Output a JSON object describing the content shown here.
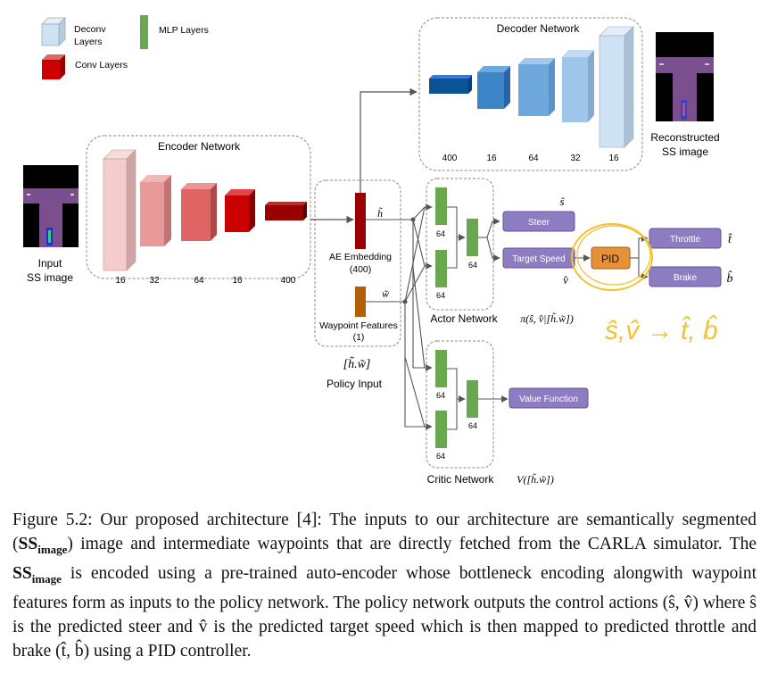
{
  "legend": {
    "deconv": "Deconv Layers",
    "conv": "Conv Layers",
    "mlp": "MLP Layers"
  },
  "encoder": {
    "title": "Encoder Network",
    "sizes": [
      "16",
      "32",
      "64",
      "16",
      "400"
    ]
  },
  "decoder": {
    "title": "Decoder Network",
    "sizes": [
      "400",
      "16",
      "64",
      "32",
      "16"
    ]
  },
  "input_image": {
    "line1": "Input",
    "line2": "SS image"
  },
  "reconstructed_image": {
    "line1": "Reconstructed",
    "line2": "SS image"
  },
  "embedding": {
    "label": "AE Embedding",
    "size": "(400)",
    "symbol": "h̃"
  },
  "waypoint": {
    "label": "Waypoint Features",
    "size": "(1)",
    "symbol": "w̃"
  },
  "policy_input": {
    "label": "Policy Input",
    "symbol": "[h̃.w̃]"
  },
  "actor": {
    "title": "Actor Network",
    "formula": "π(ŝ, v̂|[h̃.w̃])",
    "sizes": [
      "64",
      "64",
      "64"
    ],
    "steer": "Steer",
    "target_speed": "Target Speed",
    "steer_symbol": "ŝ",
    "speed_symbol": "v̂"
  },
  "critic": {
    "title": "Critic Network",
    "formula": "V([h̃.w̃])",
    "sizes": [
      "64",
      "64",
      "64"
    ],
    "value_function": "Value Function"
  },
  "pid": {
    "label": "PID",
    "throttle": "Throttle",
    "brake": "Brake",
    "throttle_symbol": "t̂",
    "brake_symbol": "b̂",
    "handwritten": "ŝ,v̂ → t̂, b̂"
  },
  "caption": {
    "prefix": "Figure 5.2: Our proposed architecture [4]: The inputs to our architecture are semantically segmented (",
    "ss": "SS",
    "ss_sub": "image",
    "mid1": ") image and intermediate waypoints that are directly fetched from the CARLA simulator. The ",
    "mid2": " is encoded using a pre-trained auto-encoder whose bottleneck encoding alongwith waypoint features form as inputs to the policy network. The policy network outputs the control actions (ŝ, v̂) where ŝ is the predicted steer and v̂ is the predicted target speed which is then mapped to predicted throttle and brake (t̂, b̂) using a PID controller."
  },
  "colors": {
    "conv": "#cc0000",
    "deconv": "#cfe2f3",
    "mlp": "#6aa84f",
    "purple": "#8e7cc3",
    "pid": "#e69138",
    "handwriting": "#f1c232"
  }
}
